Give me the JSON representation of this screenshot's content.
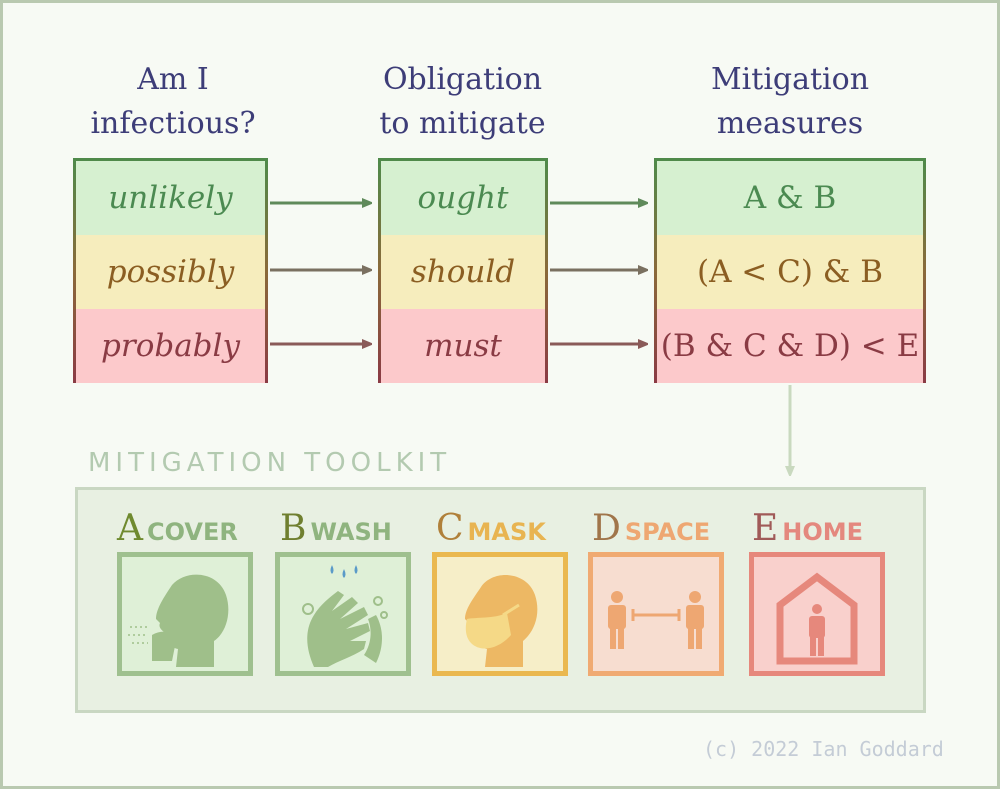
{
  "headers": {
    "infectious": [
      "Am I",
      "infectious?"
    ],
    "obligation": [
      "Obligation",
      "to mitigate"
    ],
    "measures": [
      "Mitigation",
      "measures"
    ]
  },
  "likelihood": [
    "unlikely",
    "possibly",
    "probably"
  ],
  "obligation": [
    "ought",
    "should",
    "must"
  ],
  "measures": [
    "A & B",
    "(A < C) & B",
    "(B & C & D) < E"
  ],
  "toolkit": {
    "title": "MITIGATION TOOLKIT",
    "items": [
      {
        "letter": "A",
        "word": "COVER",
        "icon": "cough-cover-icon",
        "color": "#8fb47f"
      },
      {
        "letter": "B",
        "word": "WASH",
        "icon": "hand-wash-icon",
        "color": "#8fb47f"
      },
      {
        "letter": "C",
        "word": "MASK",
        "icon": "face-mask-icon",
        "color": "#e8b451"
      },
      {
        "letter": "D",
        "word": "SPACE",
        "icon": "social-distance-icon",
        "color": "#eea772"
      },
      {
        "letter": "E",
        "word": "HOME",
        "icon": "stay-home-icon",
        "color": "#e4887e"
      }
    ]
  },
  "colors": {
    "green": "#4b8a51",
    "yellow": "#8b5e22",
    "red": "#8a3b44",
    "header": "#3d3d78"
  },
  "copyright": "(c) 2022 Ian Goddard"
}
